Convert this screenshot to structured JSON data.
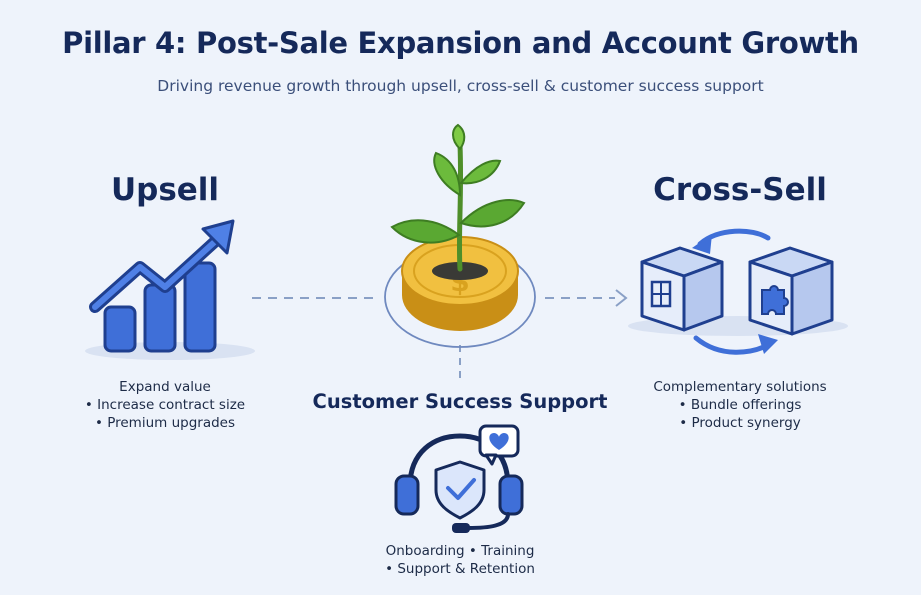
{
  "title": "Pillar 4: Post-Sale Expansion and Account Growth",
  "subtitle": "Driving revenue growth through upsell, cross-sell & customer success support",
  "upsell": {
    "heading": "Upsell",
    "lines": [
      "Expand value",
      "• Increase contract size",
      "• Premium upgrades"
    ],
    "icon": "growth-bar-chart-icon"
  },
  "center": {
    "icon": "plant-on-coin-icon"
  },
  "cross_sell": {
    "heading": "Cross-Sell",
    "lines": [
      "Complementary solutions",
      "• Bundle offerings",
      "• Product synergy"
    ],
    "icon": "boxes-exchange-icon"
  },
  "customer_success": {
    "heading": "Customer Success Support",
    "lines": [
      "Onboarding • Training",
      "• Support & Retention"
    ],
    "icon": "headset-shield-heart-icon"
  },
  "colors": {
    "background": "#eef3fb",
    "title": "#15295a",
    "accent_blue": "#3f6fd8",
    "coin_gold": "#f1c040",
    "leaf_green": "#5aa832"
  }
}
